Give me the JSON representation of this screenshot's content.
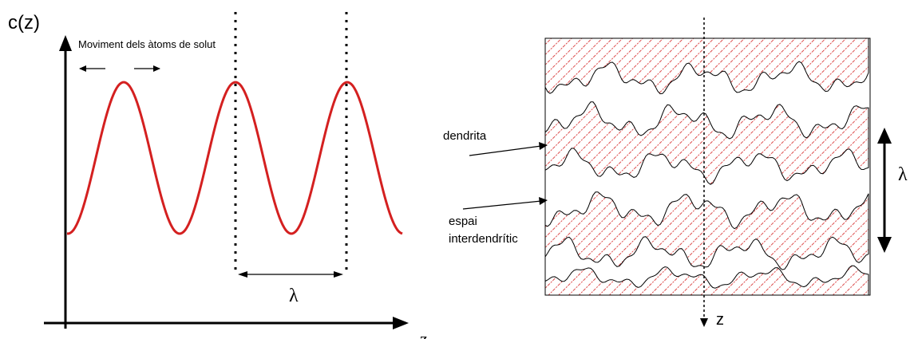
{
  "left_panel": {
    "y_label": "c(z)",
    "x_label": "z",
    "caption": "Moviment dels àtoms de solut",
    "wavelength_label": "λ"
  },
  "right_panel": {
    "label_dendrite": "dendrita",
    "label_interdendritic_1": "espai",
    "label_interdendritic_2": "interdendrític",
    "axis_label": "z",
    "wavelength_label": "λ"
  },
  "colors": {
    "curve": "#d42020",
    "hatch": "#d42020",
    "line": "#000000"
  }
}
